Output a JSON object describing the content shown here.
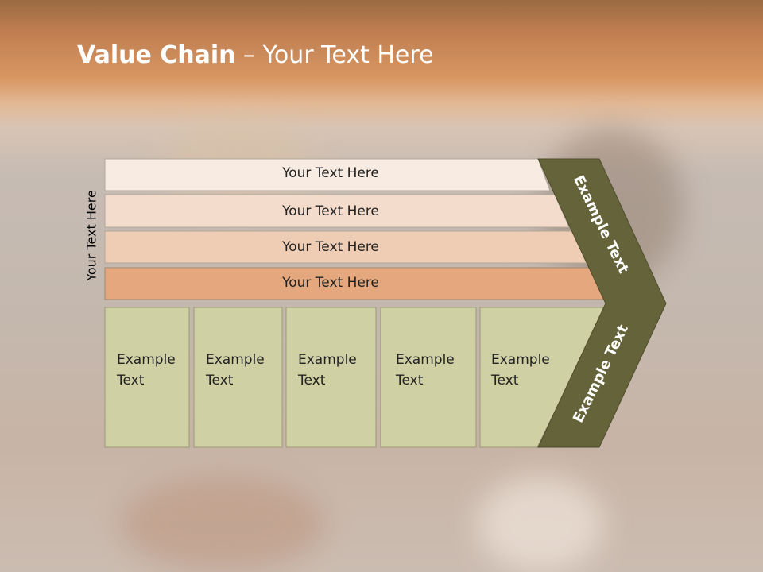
{
  "slide": {
    "title_bold": "Value Chain",
    "title_rest": " – Your Text Here",
    "side_label": "Your Text Here"
  },
  "bars": [
    {
      "label": "Your Text Here",
      "color": "#f7ebe2"
    },
    {
      "label": "Your Text Here",
      "color": "#f3dccb"
    },
    {
      "label": "Your Text Here",
      "color": "#efcdb4"
    },
    {
      "label": "Your Text Here",
      "color": "#e5a87e"
    }
  ],
  "cells": [
    {
      "line1": "Example",
      "line2": "Text"
    },
    {
      "line1": "Example",
      "line2": "Text"
    },
    {
      "line1": "Example",
      "line2": "Text"
    },
    {
      "line1": "Example",
      "line2": "Text"
    },
    {
      "line1": "Example",
      "line2": "Text"
    }
  ],
  "arrow": {
    "upper_label": "Example Text",
    "lower_label": "Example Text",
    "color": "#656339"
  },
  "colors": {
    "cell_fill": "#cfd0a3",
    "border": "#9a9a7a"
  }
}
